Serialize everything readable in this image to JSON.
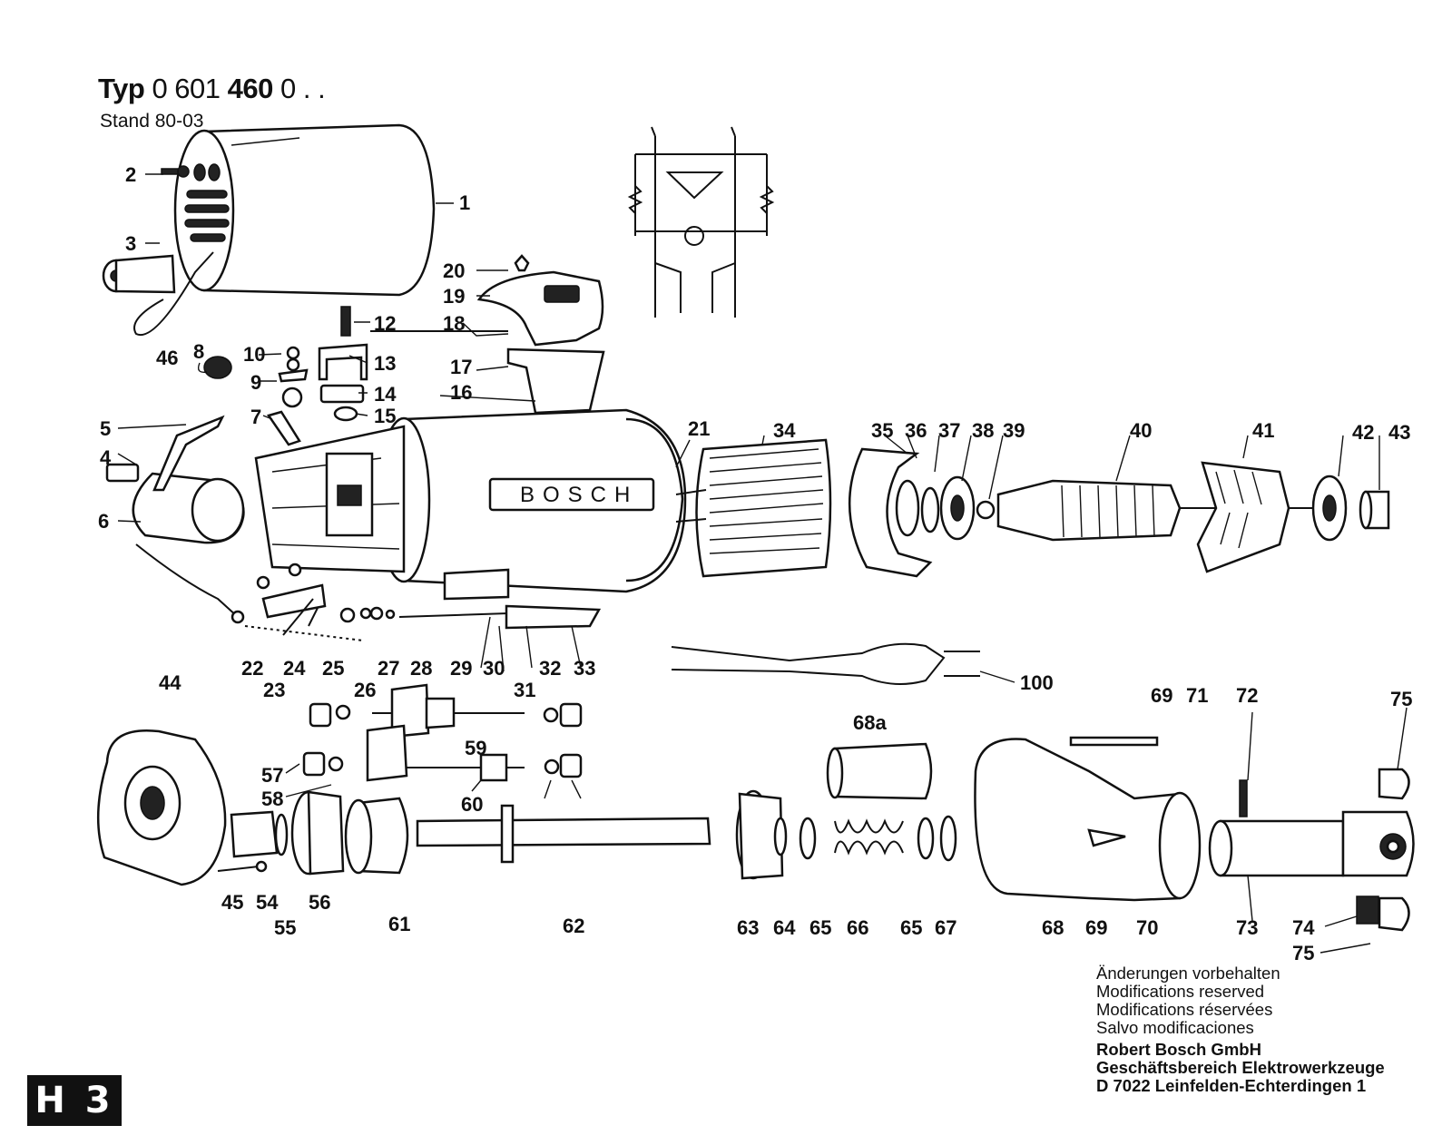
{
  "header": {
    "typ_label": "Typ",
    "model_plain": "0 601",
    "model_bold": "460",
    "model_suffix": "0 . .",
    "stand": "Stand 80-03"
  },
  "brand_on_housing": "BOSCH",
  "notes": {
    "lines": [
      "Änderungen vorbehalten",
      "Modifications reserved",
      "Modifications réservées",
      "Salvo modificaciones"
    ],
    "company": [
      "Robert Bosch GmbH",
      "Geschäftsbereich Elektrowerkzeuge",
      "D 7022 Leinfelden-Echterdingen 1"
    ]
  },
  "page_code": "H 3",
  "part_labels": [
    "1",
    "2",
    "3",
    "46",
    "8",
    "10",
    "9",
    "7",
    "12",
    "13",
    "14",
    "15",
    "20",
    "19",
    "18",
    "17",
    "16",
    "5",
    "4",
    "6",
    "21",
    "34",
    "35",
    "36",
    "37",
    "38",
    "39",
    "40",
    "41",
    "42",
    "43",
    "22",
    "23",
    "24",
    "25",
    "26",
    "27",
    "28",
    "29",
    "30",
    "31",
    "32",
    "33",
    "100",
    "44",
    "57",
    "58",
    "59",
    "60",
    "68a",
    "69",
    "71",
    "72",
    "75",
    "45",
    "54",
    "55",
    "56",
    "61",
    "62",
    "63",
    "64",
    "65",
    "66",
    "65",
    "67",
    "68",
    "69",
    "70",
    "73",
    "74",
    "75"
  ]
}
